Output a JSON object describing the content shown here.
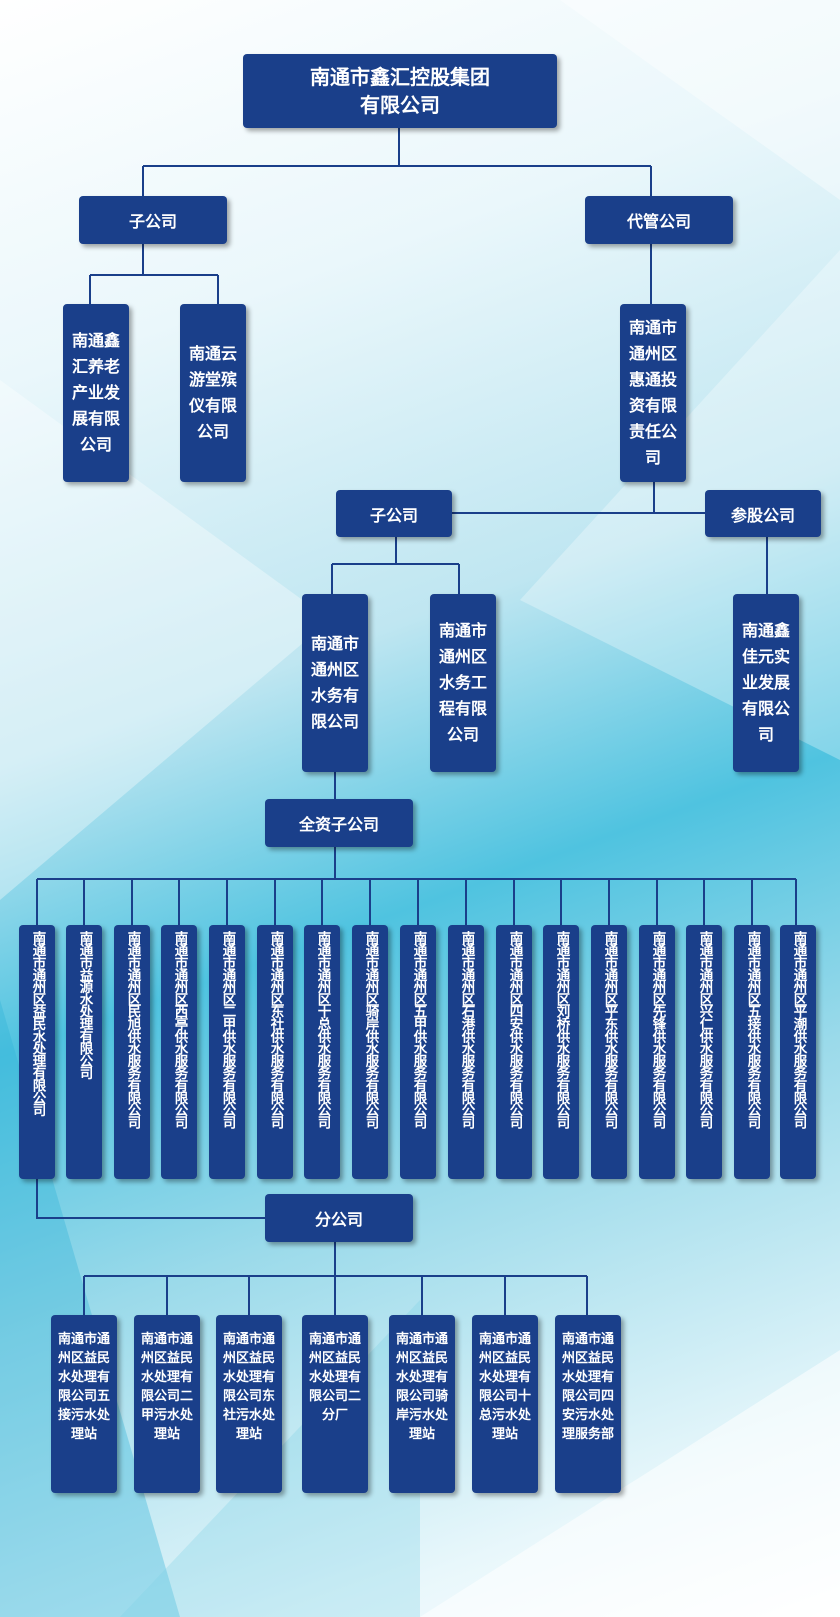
{
  "root": "南通市鑫汇控股集团有限公司",
  "labels": {
    "sub1": "子公司",
    "managed": "代管公司",
    "sub2": "子公司",
    "stake": "参股公司",
    "wholly": "全资子公司",
    "branch": "分公司"
  },
  "level2_left": [
    "南通鑫汇养老产业发展有限公司",
    "南通云游堂殡仪有限公司"
  ],
  "huitong": "南通市通州区惠通投资有限责任公司",
  "water_companies": [
    "南通市通州区水务有限公司",
    "南通市通州区水务工程有限公司"
  ],
  "stake_company": "南通鑫佳元实业发展有限公司",
  "wholly_owned": [
    "南通市通州区益民水处理有限公司",
    "南通市益源水处理有限公司",
    "南通市通州区民旭供水服务有限公司",
    "南通市通州区西亭供水服务有限公司",
    "南通市通州区二甲供水服务有限公司",
    "南通市通州区东社供水服务有限公司",
    "南通市通州区十总供水服务有限公司",
    "南通市通州区骑岸供水服务有限公司",
    "南通市通州区五甲供水服务有限公司",
    "南通市通州区石港供水服务有限公司",
    "南通市通州区四安供水服务有限公司",
    "南通市通州区刘桥供水服务有限公司",
    "南通市通州区平东供水服务有限公司",
    "南通市通州区先锋供水服务有限公司",
    "南通市通州区兴仁供水服务有限公司",
    "南通市通州区五接供水服务有限公司",
    "南通市通州区平潮供水服务有限公司"
  ],
  "branches": [
    "南通市通州区益民水处理有限公司五接污水处理站",
    "南通市通州区益民水处理有限公司二甲污水处理站",
    "南通市通州区益民水处理有限公司东社污水处理站",
    "南通市通州区益民水处理有限公司二分厂",
    "南通市通州区益民水处理有限公司骑岸污水处理站",
    "南通市通州区益民水处理有限公司十总污水处理站",
    "南通市通州区益民水处理有限公司四安污水处理服务部"
  ],
  "colors": {
    "box": "#1a3f8a",
    "line": "#1a3f8a",
    "text": "#ffffff"
  }
}
